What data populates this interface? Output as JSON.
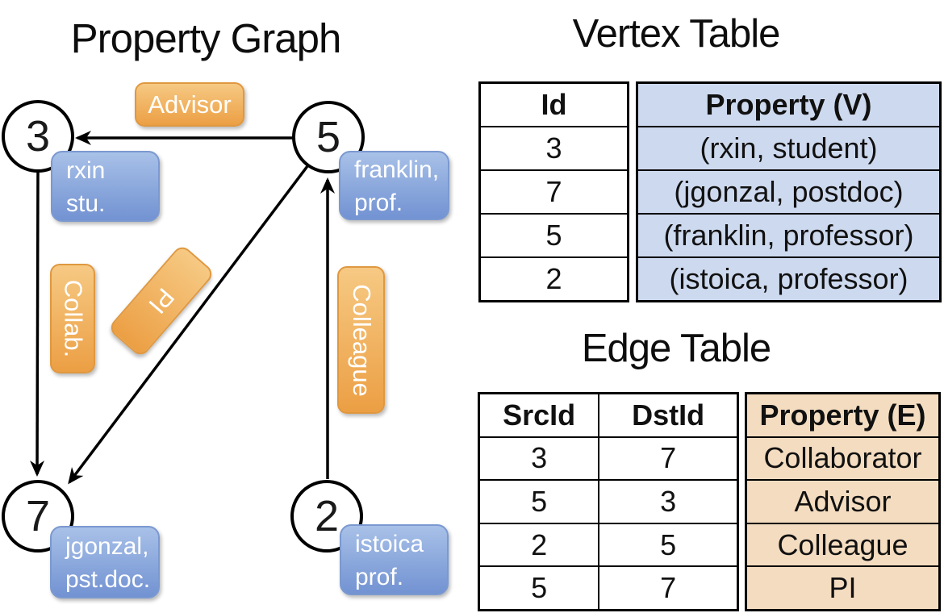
{
  "graph": {
    "title": "Property Graph",
    "vertices": [
      {
        "id": "3",
        "line1": "rxin",
        "line2": "stu."
      },
      {
        "id": "5",
        "line1": "franklin,",
        "line2": "prof."
      },
      {
        "id": "7",
        "line1": "jgonzal,",
        "line2": "pst.doc."
      },
      {
        "id": "2",
        "line1": "istoica",
        "line2": "prof."
      }
    ],
    "edge_labels": {
      "advisor": "Advisor",
      "collab": "Collab.",
      "pi": "PI",
      "colleague": "Colleague"
    }
  },
  "vertex_table": {
    "title": "Vertex Table",
    "columns": [
      "Id",
      "Property (V)"
    ],
    "rows": [
      [
        "3",
        "(rxin, student)"
      ],
      [
        "7",
        "(jgonzal, postdoc)"
      ],
      [
        "5",
        "(franklin, professor)"
      ],
      [
        "2",
        "(istoica, professor)"
      ]
    ]
  },
  "edge_table": {
    "title": "Edge Table",
    "columns": [
      "SrcId",
      "DstId",
      "Property (E)"
    ],
    "rows": [
      [
        "3",
        "7",
        "Collaborator"
      ],
      [
        "5",
        "3",
        "Advisor"
      ],
      [
        "2",
        "5",
        "Colleague"
      ],
      [
        "5",
        "7",
        "PI"
      ]
    ]
  },
  "colors": {
    "edge_label_bg_top": "#f6c983",
    "edge_label_bg_bottom": "#ec9f44",
    "edge_label_border": "#df9840",
    "vertex_box_bg_top": "#a8c1e8",
    "vertex_box_bg_bottom": "#7292d2",
    "vertex_box_border": "#7b99d0",
    "vertex_table_cell_bg": "#cdd9ee",
    "edge_table_cell_bg": "#f4dcc0",
    "line_color": "#000000"
  }
}
